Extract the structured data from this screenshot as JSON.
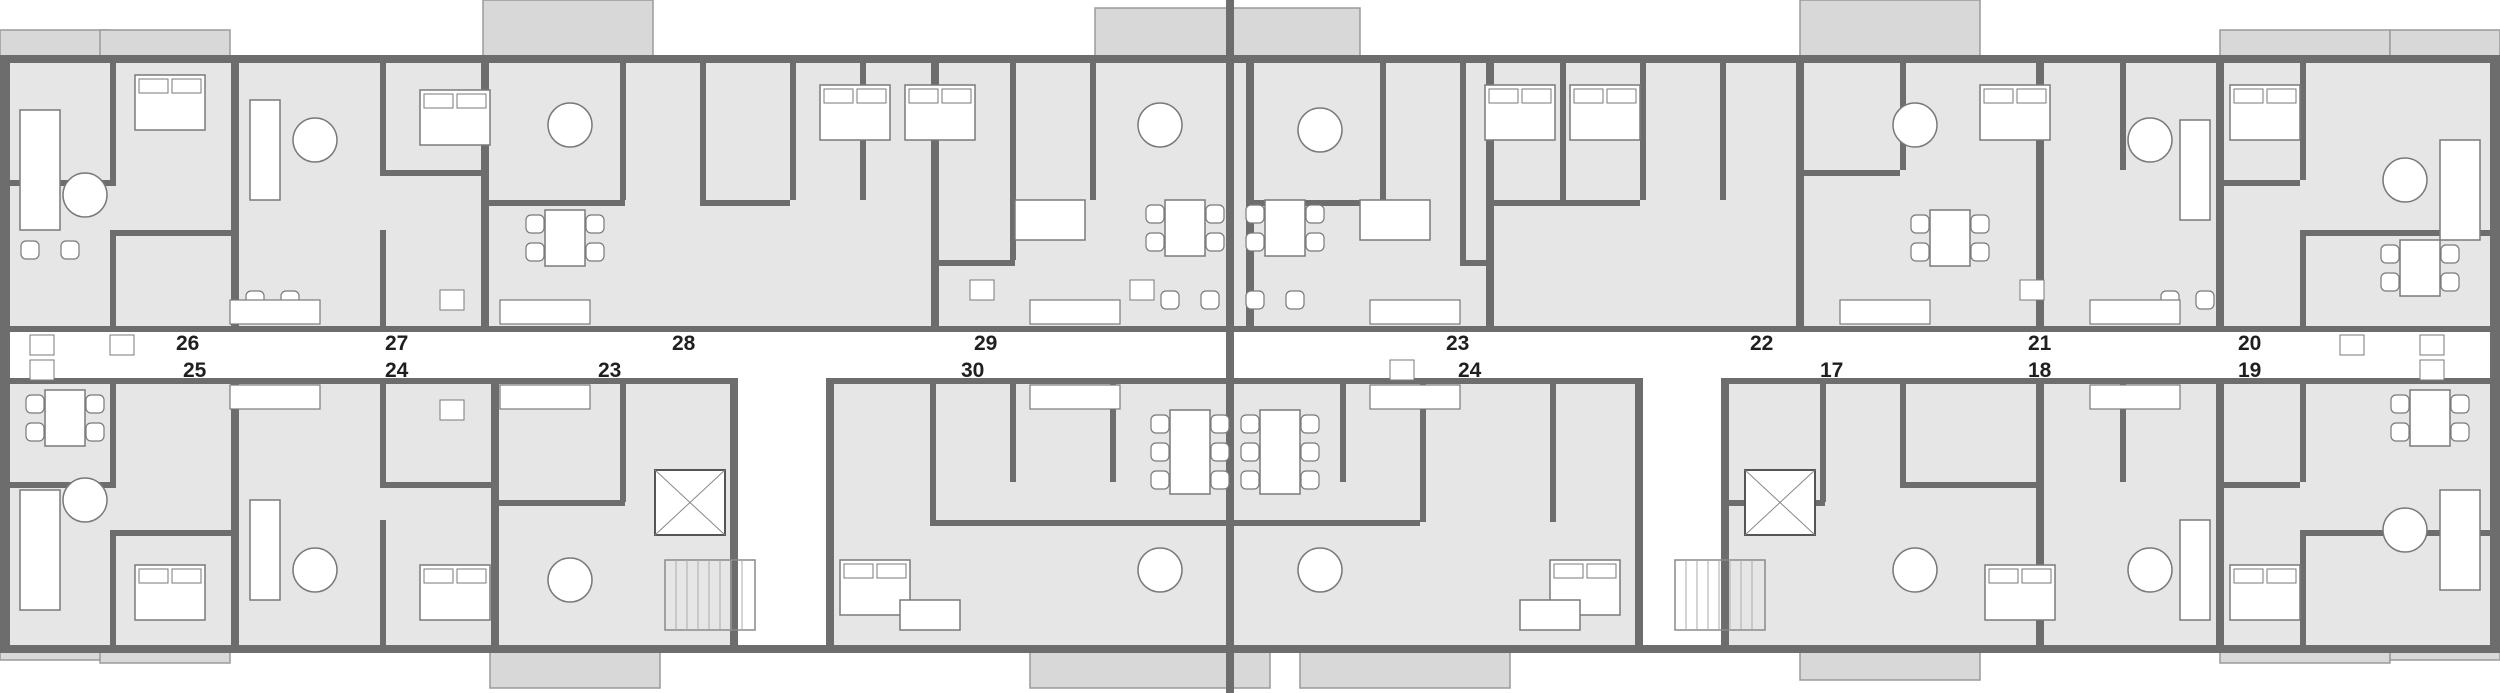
{
  "floor_plan": {
    "unit_numbers_upper": [
      "26",
      "27",
      "28",
      "29",
      "23",
      "22",
      "21",
      "20"
    ],
    "unit_numbers_lower": [
      "25",
      "24",
      "23",
      "30",
      "24",
      "17",
      "18",
      "19"
    ],
    "colors": {
      "wall": "#6d6d6d",
      "room_fill": "#e6e6e6",
      "corridor": "#ffffff",
      "balcony": "#d8d8d8",
      "furniture": "#ffffff",
      "furniture_stroke": "#7a7a7a",
      "label": "#1f1f1f"
    }
  }
}
